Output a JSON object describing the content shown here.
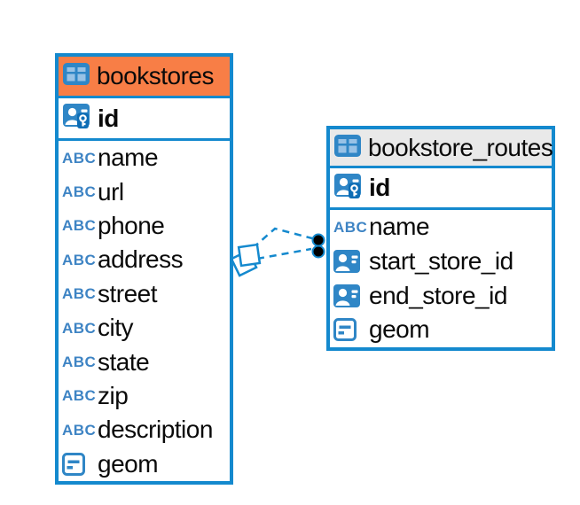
{
  "app": {
    "view": "database-er-diagram"
  },
  "icons": {
    "abc_glyph": "ABC"
  },
  "colors": {
    "table_border": "#1489CE",
    "bookstores_header_bg": "#F87E46",
    "routes_header_bg": "#E9E9E9",
    "icon_blue": "#2F86C6",
    "icon_cell_light": "#98C2E6",
    "key_chip_blue": "#0E6DB5",
    "abc_text": "#3E84C4",
    "label_text": "#0A0A0A",
    "relation_line": "#1489CE",
    "relation_dot_fill": "#000000"
  },
  "diagram": {
    "tables": [
      {
        "name": "bookstores",
        "pk": {
          "label": "id",
          "type": "primary-key"
        },
        "columns": [
          {
            "name": "name",
            "type": "text"
          },
          {
            "name": "url",
            "type": "text"
          },
          {
            "name": "phone",
            "type": "text"
          },
          {
            "name": "address",
            "type": "text"
          },
          {
            "name": "street",
            "type": "text"
          },
          {
            "name": "city",
            "type": "text"
          },
          {
            "name": "state",
            "type": "text"
          },
          {
            "name": "zip",
            "type": "text"
          },
          {
            "name": "description",
            "type": "text"
          },
          {
            "name": "geom",
            "type": "geometry"
          }
        ]
      },
      {
        "name": "bookstore_routes",
        "pk": {
          "label": "id",
          "type": "primary-key"
        },
        "columns": [
          {
            "name": "name",
            "type": "text"
          },
          {
            "name": "start_store_id",
            "type": "reference"
          },
          {
            "name": "end_store_id",
            "type": "reference"
          },
          {
            "name": "geom",
            "type": "geometry"
          }
        ]
      }
    ],
    "relations": [
      {
        "from_table": "bookstore_routes",
        "to_table": "bookstores",
        "style": "dashed"
      },
      {
        "from_table": "bookstore_routes",
        "to_table": "bookstores",
        "style": "dashed"
      }
    ]
  }
}
